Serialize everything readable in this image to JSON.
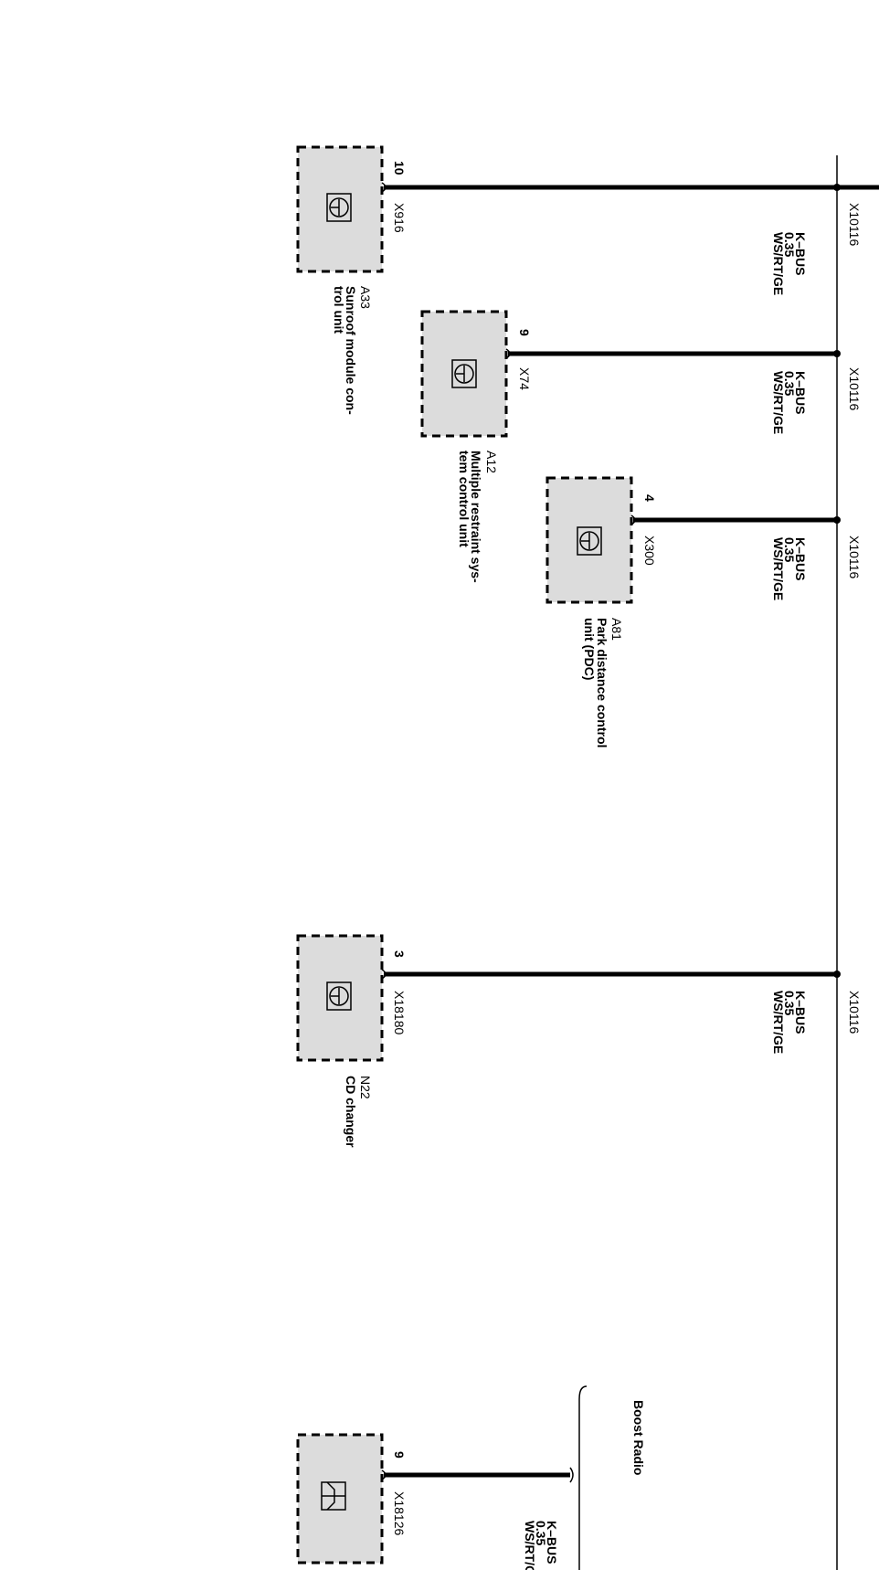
{
  "units": [
    {
      "id": "A33",
      "designation": "A33",
      "name_lines": [
        "Sunroof module con-",
        "trol unit"
      ],
      "pin": "10",
      "connector": "X916",
      "splice": "X10116",
      "wire": [
        "K–BUS",
        "0.35",
        "WS/RT/GE"
      ],
      "icon": "transistor-icon"
    },
    {
      "id": "A12",
      "designation": "A12",
      "name_lines": [
        "Multiple restraint sys-",
        "tem  control unit"
      ],
      "pin": "9",
      "connector": "X74",
      "splice": "X10116",
      "wire": [
        "K–BUS",
        "0.35",
        "WS/RT/GE"
      ],
      "icon": "transistor-icon"
    },
    {
      "id": "A81",
      "designation": "A81",
      "name_lines": [
        "Park distance control",
        "unit (PDC)"
      ],
      "pin": "4",
      "connector": "X300",
      "splice": "X10116",
      "wire": [
        "K–BUS",
        "0.35",
        "WS/RT/GE"
      ],
      "icon": "transistor-icon"
    },
    {
      "id": "N22",
      "designation": "N22",
      "name_lines": [
        "CD changer"
      ],
      "pin": "3",
      "connector": "X18180",
      "splice": "X10116",
      "wire": [
        "K–BUS",
        "0.35",
        "WS/RT/GE"
      ],
      "icon": "transistor-icon"
    },
    {
      "id": "radio",
      "designation": "",
      "name_lines": [],
      "pin": "9",
      "connector": "X18126",
      "splice": "",
      "wire": [
        "K–BUS",
        "0.35",
        "WS/RT/GE"
      ],
      "icon": "speaker-icon"
    }
  ],
  "variant_label": "Boost Radio"
}
